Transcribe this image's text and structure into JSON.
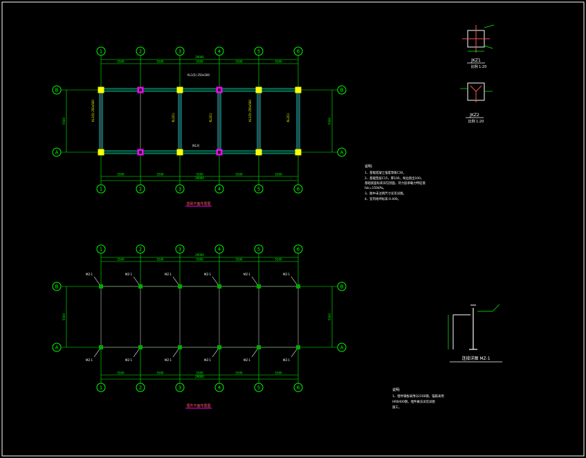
{
  "canvas": {
    "background": "#000000",
    "frame": "#ffffff"
  },
  "colors": {
    "axis": "#00ff00",
    "dim": "#00ff00",
    "beam": "#00ffff",
    "column": "#ff00ff",
    "text": "#ffffff",
    "note": "#ffff00",
    "title_underline": "#ff00ff",
    "gray": "#9a9a9a"
  },
  "plan1": {
    "axis_labels_x": [
      "1",
      "2",
      "3",
      "4",
      "5",
      "6"
    ],
    "axis_labels_y": [
      "B",
      "A"
    ],
    "total_dim_top": "29000",
    "total_dim_bottom": "29000",
    "span_dims_top": [
      "5500",
      "5500",
      "5500",
      "5500",
      "5500"
    ],
    "span_dims_bottom": [
      "5500",
      "5500",
      "5500",
      "5500",
      "5500"
    ],
    "side_dim": "5500",
    "beam_labels": [
      "KL1(5) 250x500",
      "KL2(1)",
      "(KL3)"
    ],
    "title": "基础平面布置图"
  },
  "plan2": {
    "axis_labels_x": [
      "1",
      "2",
      "3",
      "4",
      "5",
      "6"
    ],
    "axis_labels_y": [
      "B",
      "A"
    ],
    "total_dim_top": "29000",
    "total_dim_bottom": "29000",
    "span_dims_top": [
      "5500",
      "5500",
      "5500",
      "5500",
      "5500"
    ],
    "span_dims_bottom": [
      "5500",
      "5500",
      "5500",
      "5500",
      "5500"
    ],
    "side_dim": "5500",
    "tag_top": [
      "MZ-1",
      "MZ-1",
      "MZ-1",
      "MZ-1",
      "MZ-1",
      "MZ-1"
    ],
    "tag_bottom": [
      "MZ-1",
      "MZ-1",
      "MZ-1",
      "MZ-1",
      "MZ-1",
      "MZ-1"
    ],
    "title": "埋件平面布置图"
  },
  "details": {
    "detail1_label": "JKZ1",
    "detail1_sub": "比例 1:20",
    "detail2_label": "JKZ2",
    "detail2_sub": "比例 1:20",
    "detail3_label": "连接详图 MZ-1"
  },
  "notes1": {
    "heading": "说明:",
    "lines": [
      "1、基础混凝土强度等级C30。",
      "2、基础垫层C15，厚100，每边宽出100。",
      "   基础底面标高详见剖面，持力层承载力特征值",
      "   fak=150kPa。",
      "3、图中未注明尺寸详见详图。",
      "4、室内地坪标高-0.400。"
    ]
  },
  "notes2": {
    "heading": "说明:",
    "lines": [
      "1、埋件钢板采用Q235B钢，锚筋采用",
      "   HRB400钢，埋件做法详见详图",
      "   施工。"
    ]
  }
}
